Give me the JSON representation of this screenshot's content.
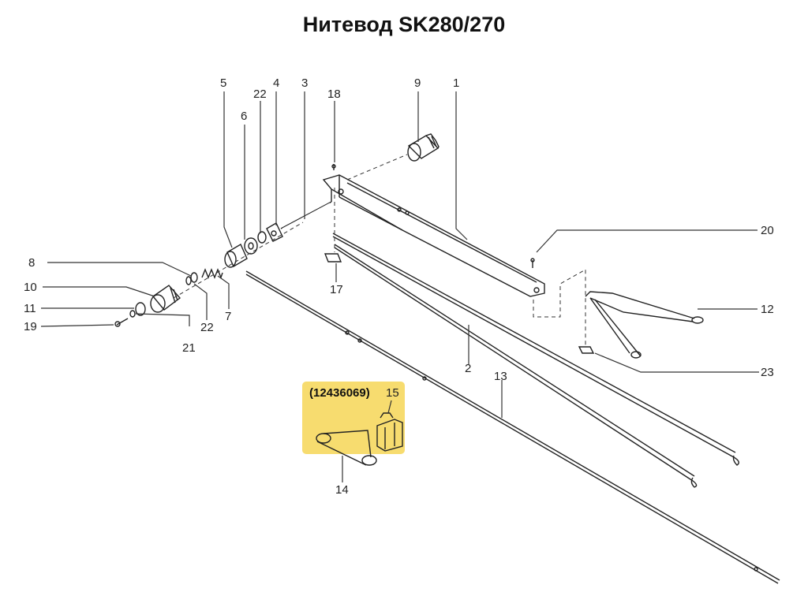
{
  "title": "Нитевод SK280/270",
  "highlight": {
    "code": "(12436069)",
    "color": "#f7dc6f"
  },
  "labels": {
    "p1": "1",
    "p2": "2",
    "p3": "3",
    "p4": "4",
    "p5": "5",
    "p6": "6",
    "p7": "7",
    "p8": "8",
    "p9": "9",
    "p10": "10",
    "p11": "11",
    "p12": "12",
    "p13": "13",
    "p14": "14",
    "p15": "15",
    "p17": "17",
    "p18": "18",
    "p19": "19",
    "p20": "20",
    "p21": "21",
    "p22a": "22",
    "p22b": "22",
    "p23": "23"
  }
}
